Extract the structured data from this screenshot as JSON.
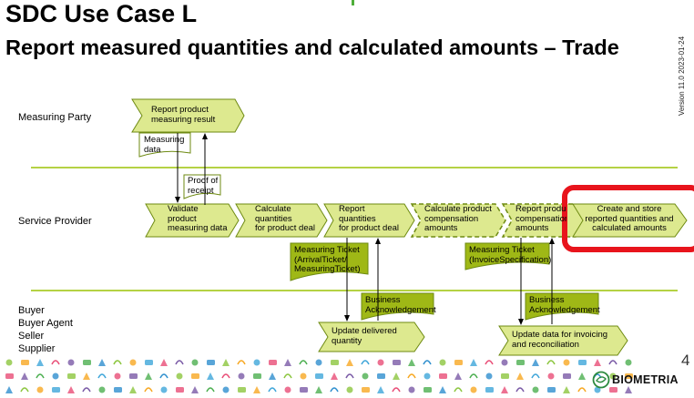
{
  "title": "SDC Use Case L",
  "subtitle": "Report measured quantities and calculated amounts – Trade",
  "version": "Version 11.0 2023-01-24",
  "lanes": {
    "measuring_party": "Measuring Party",
    "service_provider": "Service Provider",
    "buyer_lines": [
      "Buyer",
      "Buyer Agent",
      "Seller",
      "Supplier"
    ]
  },
  "processes": {
    "report_measuring_result": [
      "Report product",
      "measuring result"
    ],
    "validate": [
      "Validate",
      "product",
      "measuring data"
    ],
    "calculate_quantities": [
      "Calculate",
      "quantities",
      "for product deal"
    ],
    "report_quantities": [
      "Report",
      "quantities",
      "for product deal"
    ],
    "calculate_compensation": [
      "Calculate product",
      "compensation",
      "amounts"
    ],
    "report_compensation": [
      "Report product",
      "compensation",
      "amounts"
    ],
    "create_store": [
      "Create and store",
      "reported quantities and",
      "calculated amounts"
    ],
    "update_delivered": [
      "Update delivered",
      "quantity"
    ],
    "update_invoicing": [
      "Update data for invoicing",
      "and reconciliation"
    ]
  },
  "documents": {
    "measuring_data": [
      "Measuring",
      "data"
    ],
    "proof_of_receipt": [
      "Proof of",
      "receipt"
    ],
    "measuring_ticket_1": [
      "Measuring Ticket",
      "(ArrivalTicket/",
      "MeasuringTicket)"
    ],
    "measuring_ticket_2": [
      "Measuring Ticket",
      "(InvoiceSpecification)"
    ],
    "business_ack_1": [
      "Business",
      "Acknowledgement"
    ],
    "business_ack_2": [
      "Business",
      "Acknowledgement"
    ]
  },
  "page_number": "4",
  "logo_text": "BIOMETRIA",
  "colors": {
    "lime_fill": "#dde98f",
    "lime_dark": "#a9c018",
    "olive_doc": "#9fb816",
    "outline": "#6e8a12",
    "lane_line": "#b5d244",
    "highlight": "#e8141c"
  }
}
